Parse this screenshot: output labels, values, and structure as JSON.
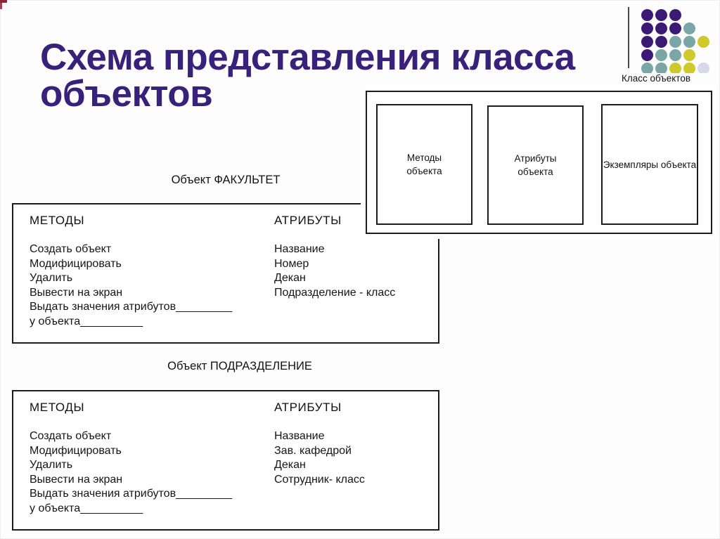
{
  "slide": {
    "title_line1": "Схема представления класса",
    "title_line2": "объектов",
    "title_color": "#38217a"
  },
  "decoration": {
    "label": "Класс объектов",
    "colors": {
      "purple": "#3b1a75",
      "teal": "#7ba6a6",
      "yellow": "#cfc92b",
      "lavender": "#d9d8e8"
    },
    "pattern": [
      [
        "purple",
        "purple",
        "purple",
        null,
        null
      ],
      [
        "purple",
        "purple",
        "purple",
        "teal",
        null
      ],
      [
        "purple",
        "purple",
        "teal",
        "teal",
        "yellow"
      ],
      [
        "purple",
        "teal",
        "teal",
        "yellow",
        null
      ],
      [
        "teal",
        "teal",
        "yellow",
        "yellow",
        "lavender"
      ]
    ]
  },
  "class_diagram": {
    "boxes": [
      {
        "lines": [
          "Методы",
          "объекта"
        ]
      },
      {
        "lines": [
          "Атрибуты",
          "объекта"
        ]
      },
      {
        "lines": [
          "Экземпляры объекта"
        ]
      }
    ]
  },
  "faculty": {
    "caption": "Объект ФАКУЛЬТЕТ",
    "methods_header": "МЕТОДЫ",
    "attributes_header": "АТРИБУТЫ",
    "methods": [
      "Создать объект",
      "Модифицировать",
      "Удалить",
      "Вывести на экран",
      "Выдать значения атрибутов_________",
      "у объекта__________"
    ],
    "attributes": [
      "Название",
      "Номер",
      "Декан",
      "Подразделение - класс"
    ]
  },
  "department": {
    "caption": "Объект ПОДРАЗДЕЛЕНИЕ",
    "methods_header": "МЕТОДЫ",
    "attributes_header": "АТРИБУТЫ",
    "methods": [
      "Создать объект",
      "Модифицировать",
      "Удалить",
      "Вывести на экран",
      "Выдать значения атрибутов_________",
      "у объекта__________"
    ],
    "attributes": [
      "Название",
      "Зав. кафедрой",
      "Декан",
      "Сотрудник- класс"
    ]
  }
}
